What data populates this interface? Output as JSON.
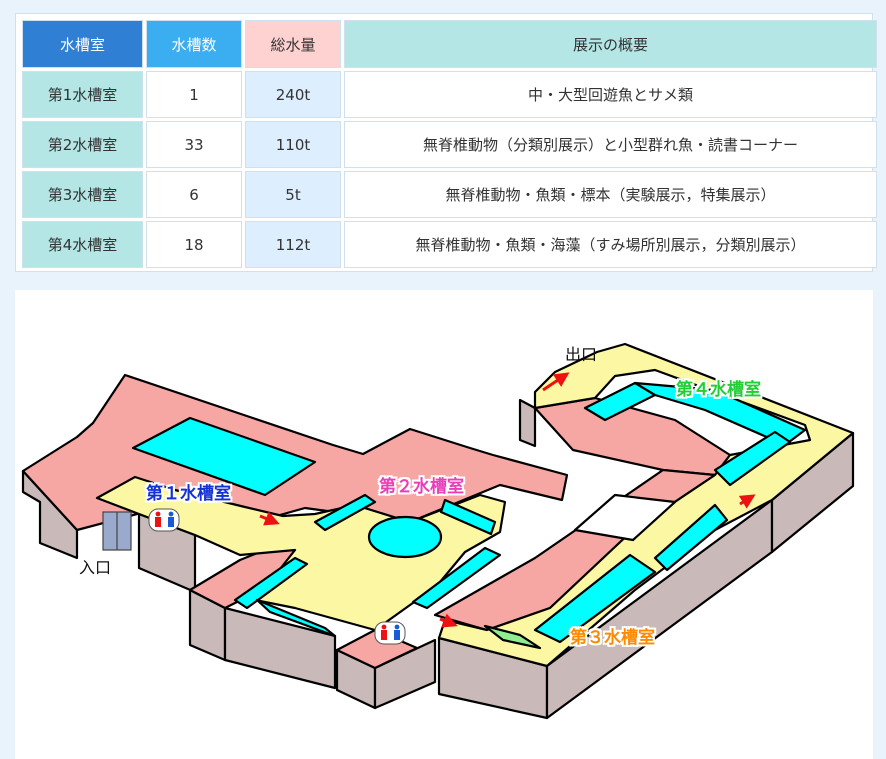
{
  "table": {
    "headers": {
      "room": "水槽室",
      "count": "水槽数",
      "volume": "総水量",
      "description": "展示の概要"
    },
    "rows": [
      {
        "room": "第1水槽室",
        "count": "1",
        "volume": "240t",
        "description": "中・大型回遊魚とサメ類"
      },
      {
        "room": "第2水槽室",
        "count": "33",
        "volume": "110t",
        "description": "無脊椎動物（分類別展示）と小型群れ魚・読書コーナー"
      },
      {
        "room": "第3水槽室",
        "count": "6",
        "volume": "5t",
        "description": "無脊椎動物・魚類・標本（実験展示，特集展示）"
      },
      {
        "room": "第4水槽室",
        "count": "18",
        "volume": "112t",
        "description": "無脊椎動物・魚類・海藻（すみ場所別展示，分類別展示）"
      }
    ]
  },
  "map": {
    "labels": {
      "room1": "第１水槽室",
      "room2": "第２水槽室",
      "room3": "第３水槽室",
      "room4": "第４水槽室",
      "exit": "出口",
      "entrance": "入口"
    },
    "icons": [
      "restroom-icon",
      "restroom-icon",
      "entrance-door-icon",
      "direction-arrow-icon"
    ],
    "colors": {
      "wall_top": "#f7a7a3",
      "corridor": "#fbf7a3",
      "tank": "#00ffff",
      "wall_side": "#c9b9b9",
      "arrow": "#ee1111",
      "green_strip": "#90ee90"
    }
  }
}
